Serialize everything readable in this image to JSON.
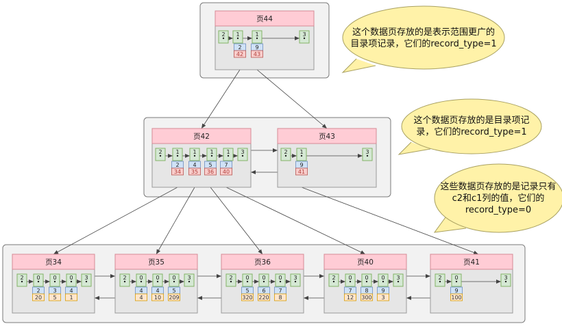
{
  "colors": {
    "group_fill": "#f2f2f2",
    "group_stroke": "#7a7a7a",
    "page_fill": "#e6e6e6",
    "header_fill": "#ffccd5",
    "header_stroke": "#d58a95",
    "record_fill": "#d5e8d4",
    "record_stroke": "#82b366",
    "key_fill": "#cfe2f7",
    "key_stroke": "#6c8ebf",
    "value_fill": "#ffe6cc",
    "value_stroke": "#d79b00",
    "pointer_fill": "#f8cecc",
    "pointer_stroke": "#b85450",
    "bubble_fill": "#fff2a8",
    "bubble_stroke": "#a8a060",
    "line": "#444444"
  },
  "annotations": [
    {
      "id": "note-top",
      "text": "这个数据页存放的是表示范围更广的\n目录项记录，它们的record_type=1"
    },
    {
      "id": "note-middle",
      "text": "这个数据页存放的是目录项记\n录，它们的record_type=1"
    },
    {
      "id": "note-bottom",
      "text": "这些数据页存放的是记录只有\nc2和c1列的值，它们的\nrecord_type=0"
    }
  ],
  "pages": [
    {
      "id": "p44",
      "title": "页44",
      "records": [
        "2",
        "1",
        "1",
        "3"
      ],
      "keys": [
        "2",
        "9"
      ],
      "values": [
        "42",
        "43"
      ],
      "value_kind": "pointer"
    },
    {
      "id": "p42",
      "title": "页42",
      "records": [
        "2",
        "1",
        "1",
        "1",
        "1",
        "3"
      ],
      "keys": [
        "2",
        "4",
        "5",
        "7"
      ],
      "values": [
        "34",
        "35",
        "36",
        "40"
      ],
      "value_kind": "pointer"
    },
    {
      "id": "p43",
      "title": "页43",
      "records": [
        "2",
        "1",
        "3"
      ],
      "keys": [
        "9"
      ],
      "values": [
        "41"
      ],
      "value_kind": "pointer"
    },
    {
      "id": "p34",
      "title": "页34",
      "records": [
        "2",
        "0",
        "0",
        "0",
        "3"
      ],
      "keys": [
        "2",
        "3",
        "4"
      ],
      "values": [
        "20",
        "5",
        "1"
      ],
      "value_kind": "value"
    },
    {
      "id": "p35",
      "title": "页35",
      "records": [
        "2",
        "0",
        "0",
        "0",
        "3"
      ],
      "keys": [
        "4",
        "4",
        "5"
      ],
      "values": [
        "4",
        "10",
        "209"
      ],
      "value_kind": "value"
    },
    {
      "id": "p36",
      "title": "页36",
      "records": [
        "2",
        "0",
        "0",
        "0",
        "3"
      ],
      "keys": [
        "5",
        "6",
        "7"
      ],
      "values": [
        "320",
        "220",
        "8"
      ],
      "value_kind": "value"
    },
    {
      "id": "p40",
      "title": "页40",
      "records": [
        "2",
        "0",
        "0",
        "0",
        "3"
      ],
      "keys": [
        "7",
        "8",
        "9"
      ],
      "values": [
        "12",
        "300",
        "3"
      ],
      "value_kind": "value"
    },
    {
      "id": "p41",
      "title": "页41",
      "records": [
        "2",
        "0",
        "3"
      ],
      "keys": [
        "9"
      ],
      "values": [
        "100"
      ],
      "value_kind": "value"
    }
  ],
  "links": [
    {
      "from": "p44",
      "slot": 0,
      "to": "p42"
    },
    {
      "from": "p44",
      "slot": 1,
      "to": "p43"
    },
    {
      "from": "p42",
      "slot": 0,
      "to": "p34"
    },
    {
      "from": "p42",
      "slot": 1,
      "to": "p35"
    },
    {
      "from": "p42",
      "slot": 2,
      "to": "p36"
    },
    {
      "from": "p42",
      "slot": 3,
      "to": "p40"
    },
    {
      "from": "p43",
      "slot": 0,
      "to": "p41"
    }
  ],
  "sibling_links": [
    {
      "a": "p42",
      "b": "p43"
    },
    {
      "a": "p34",
      "b": "p35"
    },
    {
      "a": "p35",
      "b": "p36"
    },
    {
      "a": "p36",
      "b": "p40"
    },
    {
      "a": "p40",
      "b": "p41"
    }
  ]
}
